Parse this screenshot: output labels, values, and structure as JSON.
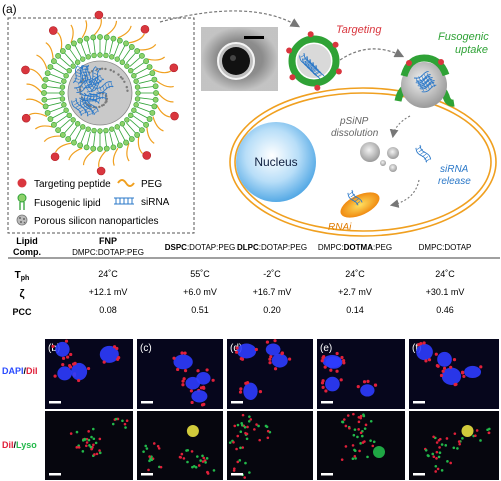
{
  "panel_label": "(a)",
  "legend": {
    "targeting_peptide": "Targeting peptide",
    "peg": "PEG",
    "fusogenic_lipid": "Fusogenic lipid",
    "sirna": "siRNA",
    "porous_silicon": "Porous silicon nanoparticles"
  },
  "diagram": {
    "targeting": "Targeting",
    "fusogenic_uptake_1": "Fusogenic",
    "fusogenic_uptake_2": "uptake",
    "psinp_1": "pSiNP",
    "psinp_2": "dissolution",
    "nucleus": "Nucleus",
    "sirna_release_1": "siRNA",
    "sirna_release_2": "release",
    "rnai": "RNAi"
  },
  "table": {
    "header_label_1": "Lipid",
    "header_label_2": "Comp.",
    "row_labels": {
      "tph_main": "T",
      "tph_sub": "ph",
      "zeta": "ζ",
      "pcc": "PCC"
    },
    "columns": [
      {
        "name_bold": "FNP",
        "sub_pre": "",
        "sub_bold": "",
        "sub_post": "DMPC:DOTAP:PEG",
        "tph": "24˚C",
        "zeta": "+12.1 mV",
        "pcc": "0.08"
      },
      {
        "name_bold": "",
        "sub_pre": "",
        "sub_bold": "DSPC",
        "sub_post": ":DOTAP:PEG",
        "tph": "55˚C",
        "zeta": "+6.0 mV",
        "pcc": "0.51"
      },
      {
        "name_bold": "",
        "sub_pre": "",
        "sub_bold": "DLPC",
        "sub_post": ":DOTAP:PEG",
        "tph": "-2˚C",
        "zeta": "+16.7 mV",
        "pcc": "0.20"
      },
      {
        "name_bold": "",
        "sub_pre": "DMPC:",
        "sub_bold": "DOTMA",
        "sub_post": ":PEG",
        "tph": "24˚C",
        "zeta": "+2.7 mV",
        "pcc": "0.14"
      },
      {
        "name_bold": "",
        "sub_pre": "DMPC:DOTAP",
        "sub_bold": "",
        "sub_post": "",
        "tph": "24˚C",
        "zeta": "+30.1 mV",
        "pcc": "0.46"
      }
    ]
  },
  "micrographs": {
    "row1_label_a": "DAPI",
    "row1_label_sep": "/",
    "row1_label_b": "DiI",
    "row2_label_a": "DiI",
    "row2_label_sep": "/",
    "row2_label_b": "Lyso",
    "panel_labels": [
      "(b)",
      "(c)",
      "(d)",
      "(e)",
      "(f)"
    ]
  },
  "colors": {
    "targeting_peptide": "#d9363e",
    "peg": "#f0a020",
    "fusogenic_lipid": "#2fa236",
    "fusogenic_head": "#8dd06a",
    "sirna": "#2b78c8",
    "cell_outline": "#f0a020",
    "nucleus": "#5aaee8",
    "targeting_text": "#d9363e",
    "fusogenic_text": "#2fa236",
    "sirna_text": "#2b78c8",
    "rnai_text": "#e07b00",
    "dapi": "#3a57ff",
    "dii": "#e0203a",
    "lyso": "#22b84a"
  }
}
